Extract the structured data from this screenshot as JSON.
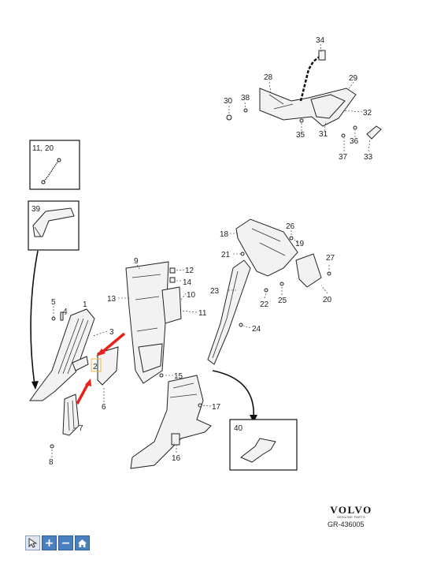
{
  "callouts": {
    "c1": "1",
    "c2": "2",
    "c3": "3",
    "c4": "4",
    "c5": "5",
    "c6": "6",
    "c7": "7",
    "c8": "8",
    "c9": "9",
    "c10": "10",
    "c11": "11",
    "c12": "12",
    "c13": "13",
    "c14": "14",
    "c15": "15",
    "c16": "16",
    "c17": "17",
    "c18": "18",
    "c19": "19",
    "c20": "20",
    "c21": "21",
    "c22": "22",
    "c23": "23",
    "c24": "24",
    "c25": "25",
    "c26": "26",
    "c27": "27",
    "c28": "28",
    "c29": "29",
    "c30": "30",
    "c31": "31",
    "c32": "32",
    "c33": "33",
    "c34": "34",
    "c35": "35",
    "c36": "36",
    "c37": "37",
    "c38": "38"
  },
  "boxes": {
    "spring_box_label": "11, 20",
    "grip_box_label": "39",
    "pad_box_label": "40"
  },
  "logo": {
    "brand": "VOLVO",
    "sub": "GENUINE PARTS"
  },
  "reference": "GR-436005",
  "toolbar": {
    "select_icon": "cursor-icon",
    "zoom_in_icon": "plus-icon",
    "zoom_out_icon": "minus-icon",
    "home_icon": "home-icon",
    "zoom_in_label": "+",
    "zoom_out_label": "−"
  },
  "colors": {
    "highlight_arrow": "#e8221b",
    "highlight_box": "#e6b84a",
    "toolbar_button": "#4a7fc0"
  }
}
